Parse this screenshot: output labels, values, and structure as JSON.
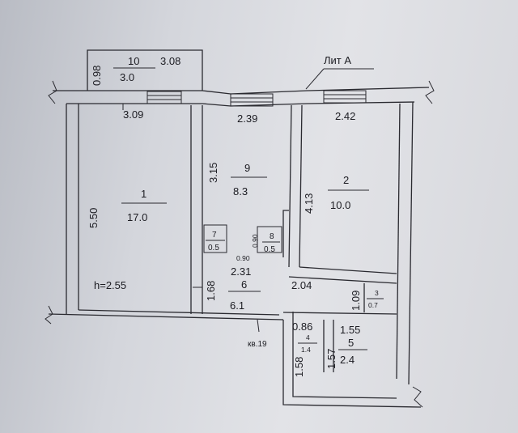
{
  "plan": {
    "lit_label": "Лит А",
    "apartment_label": "кв.19",
    "ceiling_height": "h=2.55"
  },
  "rooms": {
    "r1": {
      "num": "1",
      "area": "17.0"
    },
    "r2": {
      "num": "2",
      "area": "10.0"
    },
    "r3": {
      "num": "3",
      "area": "0.7"
    },
    "r4": {
      "num": "4",
      "area": "1.4"
    },
    "r5": {
      "num": "5",
      "area": "2.4"
    },
    "r6": {
      "num": "6",
      "area": "6.1"
    },
    "r7": {
      "num": "7",
      "area": "0.5"
    },
    "r8": {
      "num": "8",
      "area": "0.5"
    },
    "r9": {
      "num": "9",
      "area": "8.3"
    },
    "r10": {
      "num": "10",
      "area": "3.0"
    }
  },
  "dims": {
    "d098": "0.98",
    "d308": "3.08",
    "d309": "3.09",
    "d239": "2.39",
    "d242": "2.42",
    "d550": "5.50",
    "d315": "3.15",
    "d413": "4.13",
    "d090a": "0.90",
    "d090b": "0.90",
    "d231": "2.31",
    "d168": "1.68",
    "d204": "2.04",
    "d109": "1.09",
    "d086": "0.86",
    "d155": "1.55",
    "d158": "1.58",
    "d157": "1.57"
  }
}
